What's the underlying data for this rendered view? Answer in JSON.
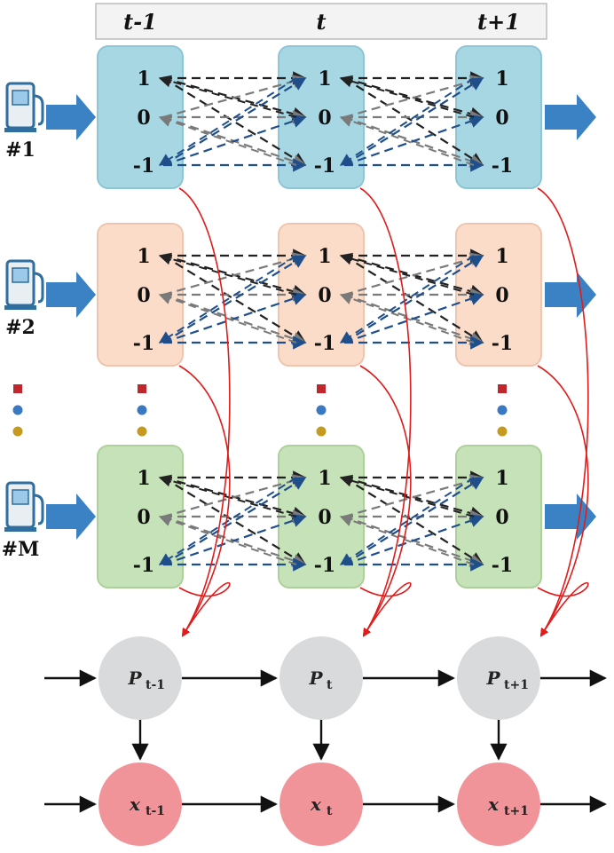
{
  "time_header": [
    {
      "label": "t-1"
    },
    {
      "label": "t"
    },
    {
      "label": "t+1"
    }
  ],
  "stations": [
    {
      "id": "#1",
      "fill": "#a7d7e3",
      "stroke": "#8fc6d6"
    },
    {
      "id": "#2",
      "fill": "#fbdcc9",
      "stroke": "#eec6b0"
    },
    {
      "id": "#M",
      "fill": "#c6e2b8",
      "stroke": "#aed19c"
    }
  ],
  "states": [
    "1",
    "0",
    "-1"
  ],
  "p_nodes": [
    {
      "main": "P",
      "sub": "t-1"
    },
    {
      "main": "P",
      "sub": "t"
    },
    {
      "main": "P",
      "sub": "t+1"
    }
  ],
  "x_nodes": [
    {
      "main": "x",
      "sub": "t-1"
    },
    {
      "main": "x",
      "sub": "t"
    },
    {
      "main": "x",
      "sub": "t+1"
    }
  ],
  "colors": {
    "p_node": "#d9dadb",
    "x_node": "#f0949a",
    "block_arrow": "#3b82c4",
    "red_link": "#e21b1b",
    "dash_black": "#222222",
    "dash_gray": "#7a7a7a",
    "dash_blue": "#1f4f8a",
    "dot_red": "#c0272d",
    "dot_blue": "#3a78c2",
    "dot_gold": "#c49a1f"
  },
  "icons": {
    "station": "charging-station-icon"
  }
}
